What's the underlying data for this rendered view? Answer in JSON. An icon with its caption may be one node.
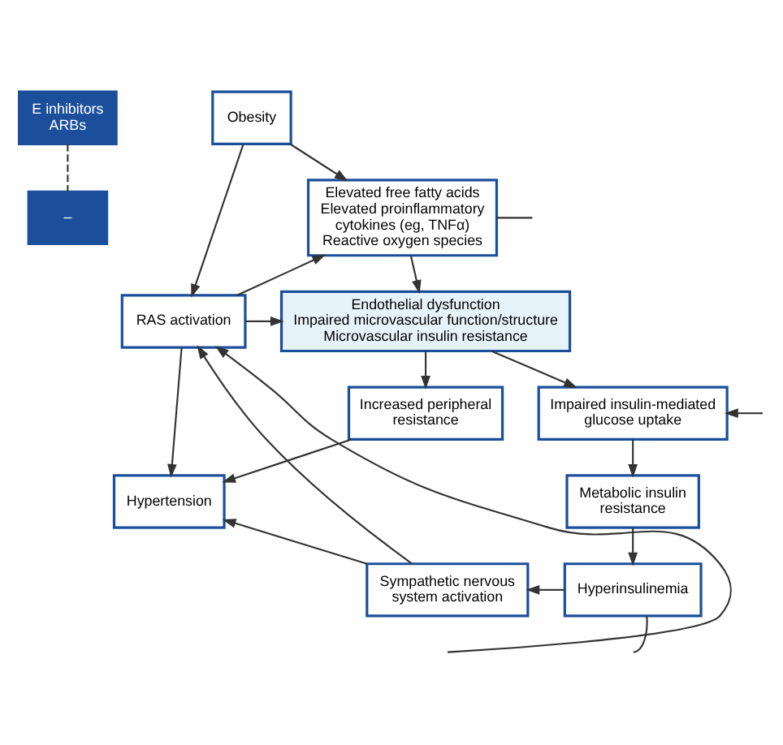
{
  "diagram": {
    "nodes": [
      {
        "text": [
          "E inhibitors",
          "ARBs"
        ]
      },
      {
        "text": [
          "–"
        ]
      },
      {
        "text": [
          "Obesity"
        ]
      },
      {
        "text": [
          "RAS activation"
        ]
      },
      {
        "text": [
          "Elevated free fatty acids",
          "Elevated proinflammatory cytokines (eg, TNFα)",
          "Reactive oxygen species"
        ]
      },
      {
        "text": [
          "Endothelial dysfunction",
          "Impaired microvascular function/structure",
          "Microvascular insulin resistance"
        ]
      },
      {
        "text": [
          "Increased peripheral resistance"
        ]
      },
      {
        "text": [
          "Impaired insulin-mediated glucose uptake"
        ]
      },
      {
        "text": [
          "Hypertension"
        ]
      },
      {
        "text": [
          "Metabolic insulin resistance"
        ]
      },
      {
        "text": [
          "Sympathetic nervous system activation"
        ]
      },
      {
        "text": [
          "Hyperinsulinemia"
        ]
      }
    ],
    "edges": [
      {
        "from": 0,
        "to": 1,
        "arrow": "none",
        "style": "dashed"
      },
      {
        "from": 2,
        "to": 3,
        "arrow": "to"
      },
      {
        "from": 2,
        "to": 4,
        "arrow": "to"
      },
      {
        "from": 4,
        "to": null,
        "arrow": "none"
      },
      {
        "from": 3,
        "to": 4,
        "arrow": "to"
      },
      {
        "from": 4,
        "to": 5,
        "arrow": "to"
      },
      {
        "from": 3,
        "to": 5,
        "arrow": "to"
      },
      {
        "from": 3,
        "to": 8,
        "arrow": "to"
      },
      {
        "from": 5,
        "to": 6,
        "arrow": "to"
      },
      {
        "from": 5,
        "to": 7,
        "arrow": "to"
      },
      {
        "from": null,
        "to": 7,
        "arrow": "to"
      },
      {
        "from": 6,
        "to": 8,
        "arrow": "to"
      },
      {
        "from": 7,
        "to": 9,
        "arrow": "to"
      },
      {
        "from": 9,
        "to": 11,
        "arrow": "to"
      },
      {
        "from": 11,
        "to": 10,
        "arrow": "to"
      },
      {
        "from": 10,
        "to": 8,
        "arrow": "to"
      },
      {
        "from": 10,
        "to": 3,
        "arrow": "to"
      },
      {
        "from": null,
        "to": 3,
        "arrow": "to"
      },
      {
        "from": 11,
        "to": null,
        "arrow": "none"
      }
    ]
  }
}
